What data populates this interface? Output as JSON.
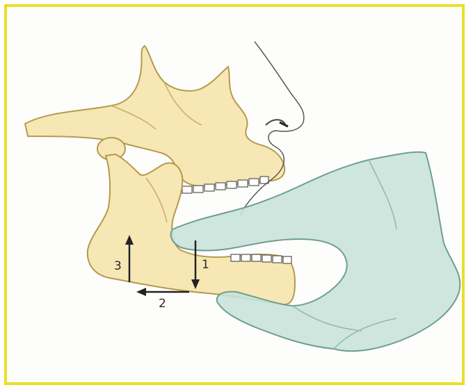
{
  "figure": {
    "labels": {
      "label_1": "1",
      "label_2": "2",
      "label_3": "3"
    },
    "colors": {
      "frame": "#e8e02a",
      "bone_fill": "#f6e7b4",
      "bone_stroke": "#b59a4c",
      "hand_fill": "#c7e2da",
      "hand_stroke": "#6e9e91",
      "arrow": "#222222"
    }
  }
}
